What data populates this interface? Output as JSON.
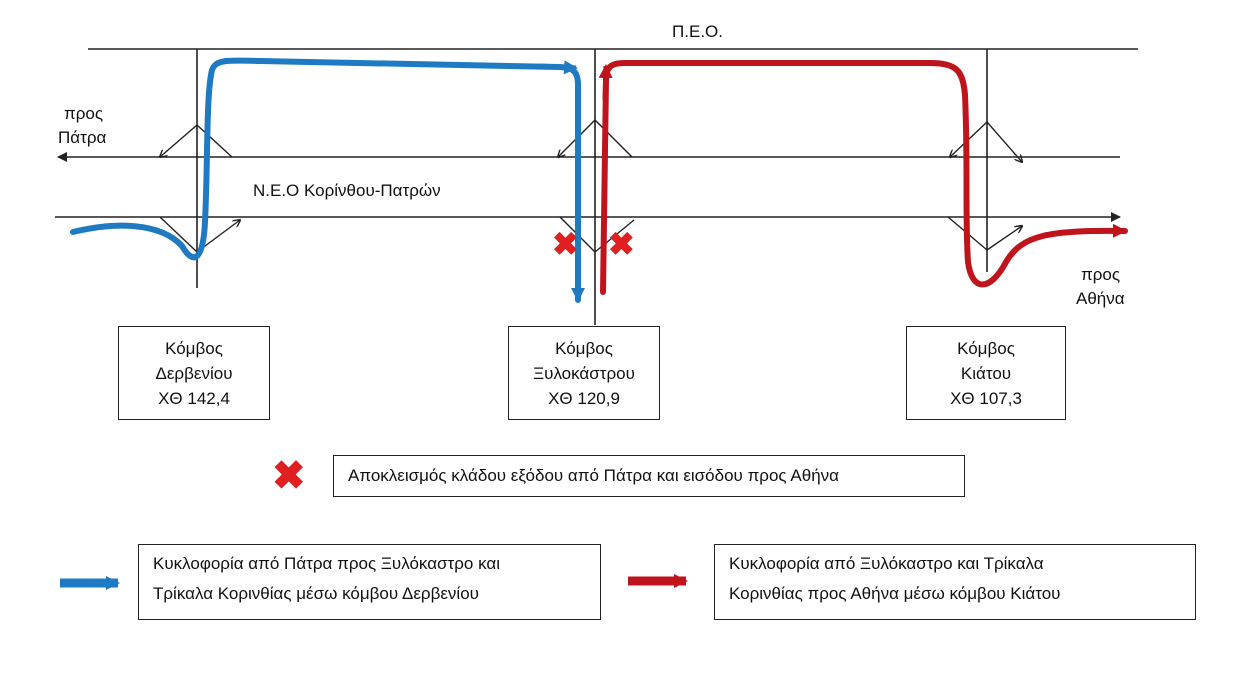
{
  "labels": {
    "peo": "Π.Ε.Ο.",
    "neo": "Ν.Ε.Ο Κορίνθου-Πατρών",
    "to_patra_line1": "προς",
    "to_patra_line2": "Πάτρα",
    "to_athina_line1": "προς",
    "to_athina_line2": "Αθήνα"
  },
  "nodes": [
    {
      "line1": "Κόμβος",
      "line2": "Δερβενίου",
      "line3": "ΧΘ 142,4"
    },
    {
      "line1": "Κόμβος",
      "line2": "Ξυλοκάστρου",
      "line3": "ΧΘ 120,9"
    },
    {
      "line1": "Κόμβος",
      "line2": "Κιάτου",
      "line3": "ΧΘ 107,3"
    }
  ],
  "legend": {
    "closure_symbol": "✖",
    "closure_text": "Αποκλεισμός κλάδου εξόδου από Πάτρα και εισόδου προς Αθήνα",
    "blue_line1": "Κυκλοφορία από Πάτρα προς Ξυλόκαστρο  και",
    "blue_line2": "Τρίκαλα Κορινθίας μέσω κόμβου Δερβενίου",
    "red_line1": "Κυκλοφορία από Ξυλόκαστρο και Τρίκαλα",
    "red_line2": "Κορινθίας προς Αθήνα μέσω κόμβου Κιάτου"
  },
  "colors": {
    "blue_route": "#1f7ac4",
    "red_route": "#c0141c",
    "closure": "#e02020",
    "lines": "#222222"
  }
}
